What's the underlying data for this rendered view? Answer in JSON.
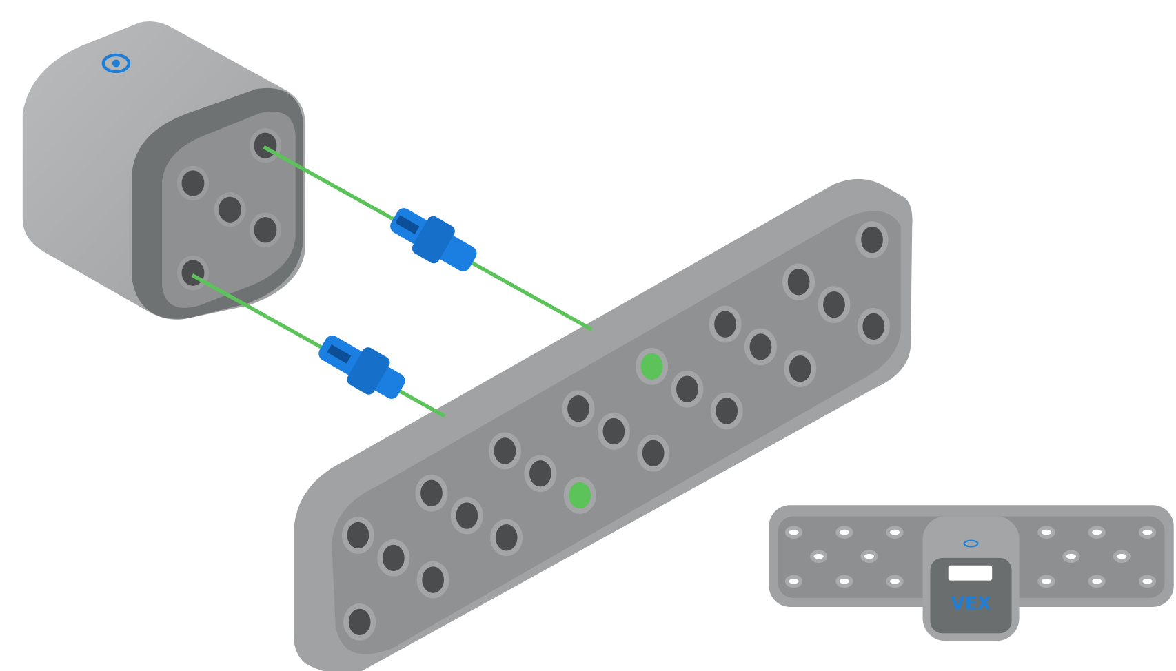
{
  "diagram": {
    "sensor_logo_text": "VEX",
    "colors": {
      "part_light": "#a7a9aa",
      "part_dark": "#6f7273",
      "part_hole": "#4a4c4d",
      "pin_blue": "#1a7fe0",
      "guide_green": "#5cc35a",
      "logo_blue": "#1f7fd6"
    },
    "parts": [
      "sensor",
      "connector-pin",
      "connector-pin",
      "beam"
    ]
  }
}
